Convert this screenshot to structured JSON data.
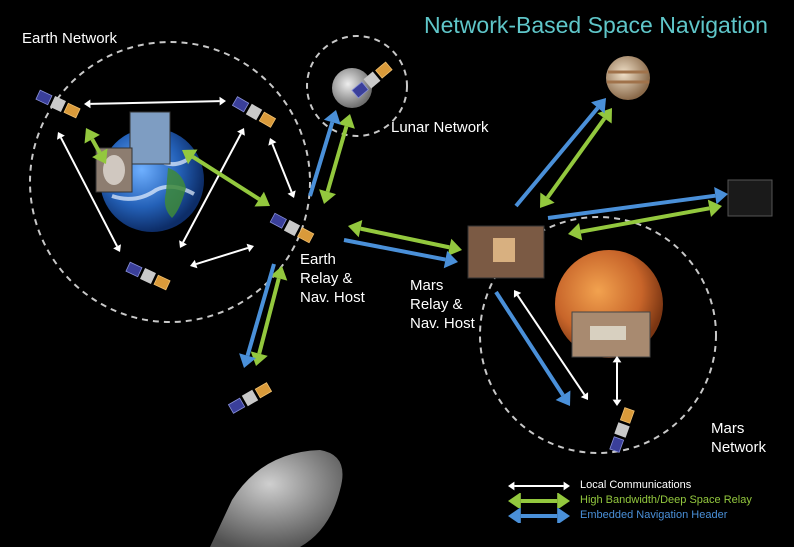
{
  "title": "Network-Based Space Navigation",
  "networks": {
    "earth": "Earth Network",
    "lunar": "Lunar Network",
    "mars": {
      "line1": "Mars",
      "line2": "Network"
    }
  },
  "hosts": {
    "earth": {
      "line1": "Earth",
      "line2": "Relay &",
      "line3": "Nav. Host"
    },
    "mars": {
      "line1": "Mars",
      "line2": "Relay &",
      "line3": "Nav. Host"
    }
  },
  "legend": [
    {
      "label": "Local Communications",
      "color": "#ffffff"
    },
    {
      "label": "High Bandwidth/Deep Space Relay",
      "color": "#93c83e"
    },
    {
      "label": "Embedded Navigation Header",
      "color": "#4a90d9"
    }
  ],
  "colors": {
    "local": "#ffffff",
    "relay": "#93c83e",
    "nav": "#4a90d9",
    "title": "#5fc6c9"
  }
}
